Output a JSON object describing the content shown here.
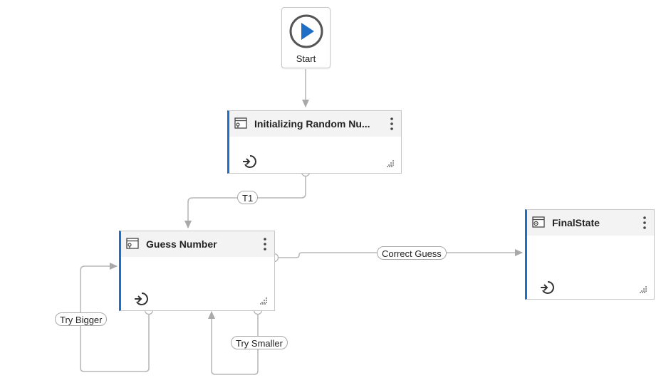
{
  "diagram": {
    "start": {
      "label": "Start"
    },
    "states": {
      "init": {
        "title": "Initializing Random Nu..."
      },
      "guess": {
        "title": "Guess Number"
      },
      "final": {
        "title": "FinalState"
      }
    },
    "transitions": {
      "t1": "T1",
      "correct": "Correct Guess",
      "bigger": "Try Bigger",
      "smaller": "Try Smaller"
    }
  },
  "colors": {
    "accent": "#1f6fc6",
    "connector": "#a9a9a9",
    "border": "#c8c8c8"
  },
  "icons": [
    "play-icon",
    "state-icon",
    "more-vertical-icon",
    "entry-action-icon",
    "resize-grip-icon"
  ]
}
